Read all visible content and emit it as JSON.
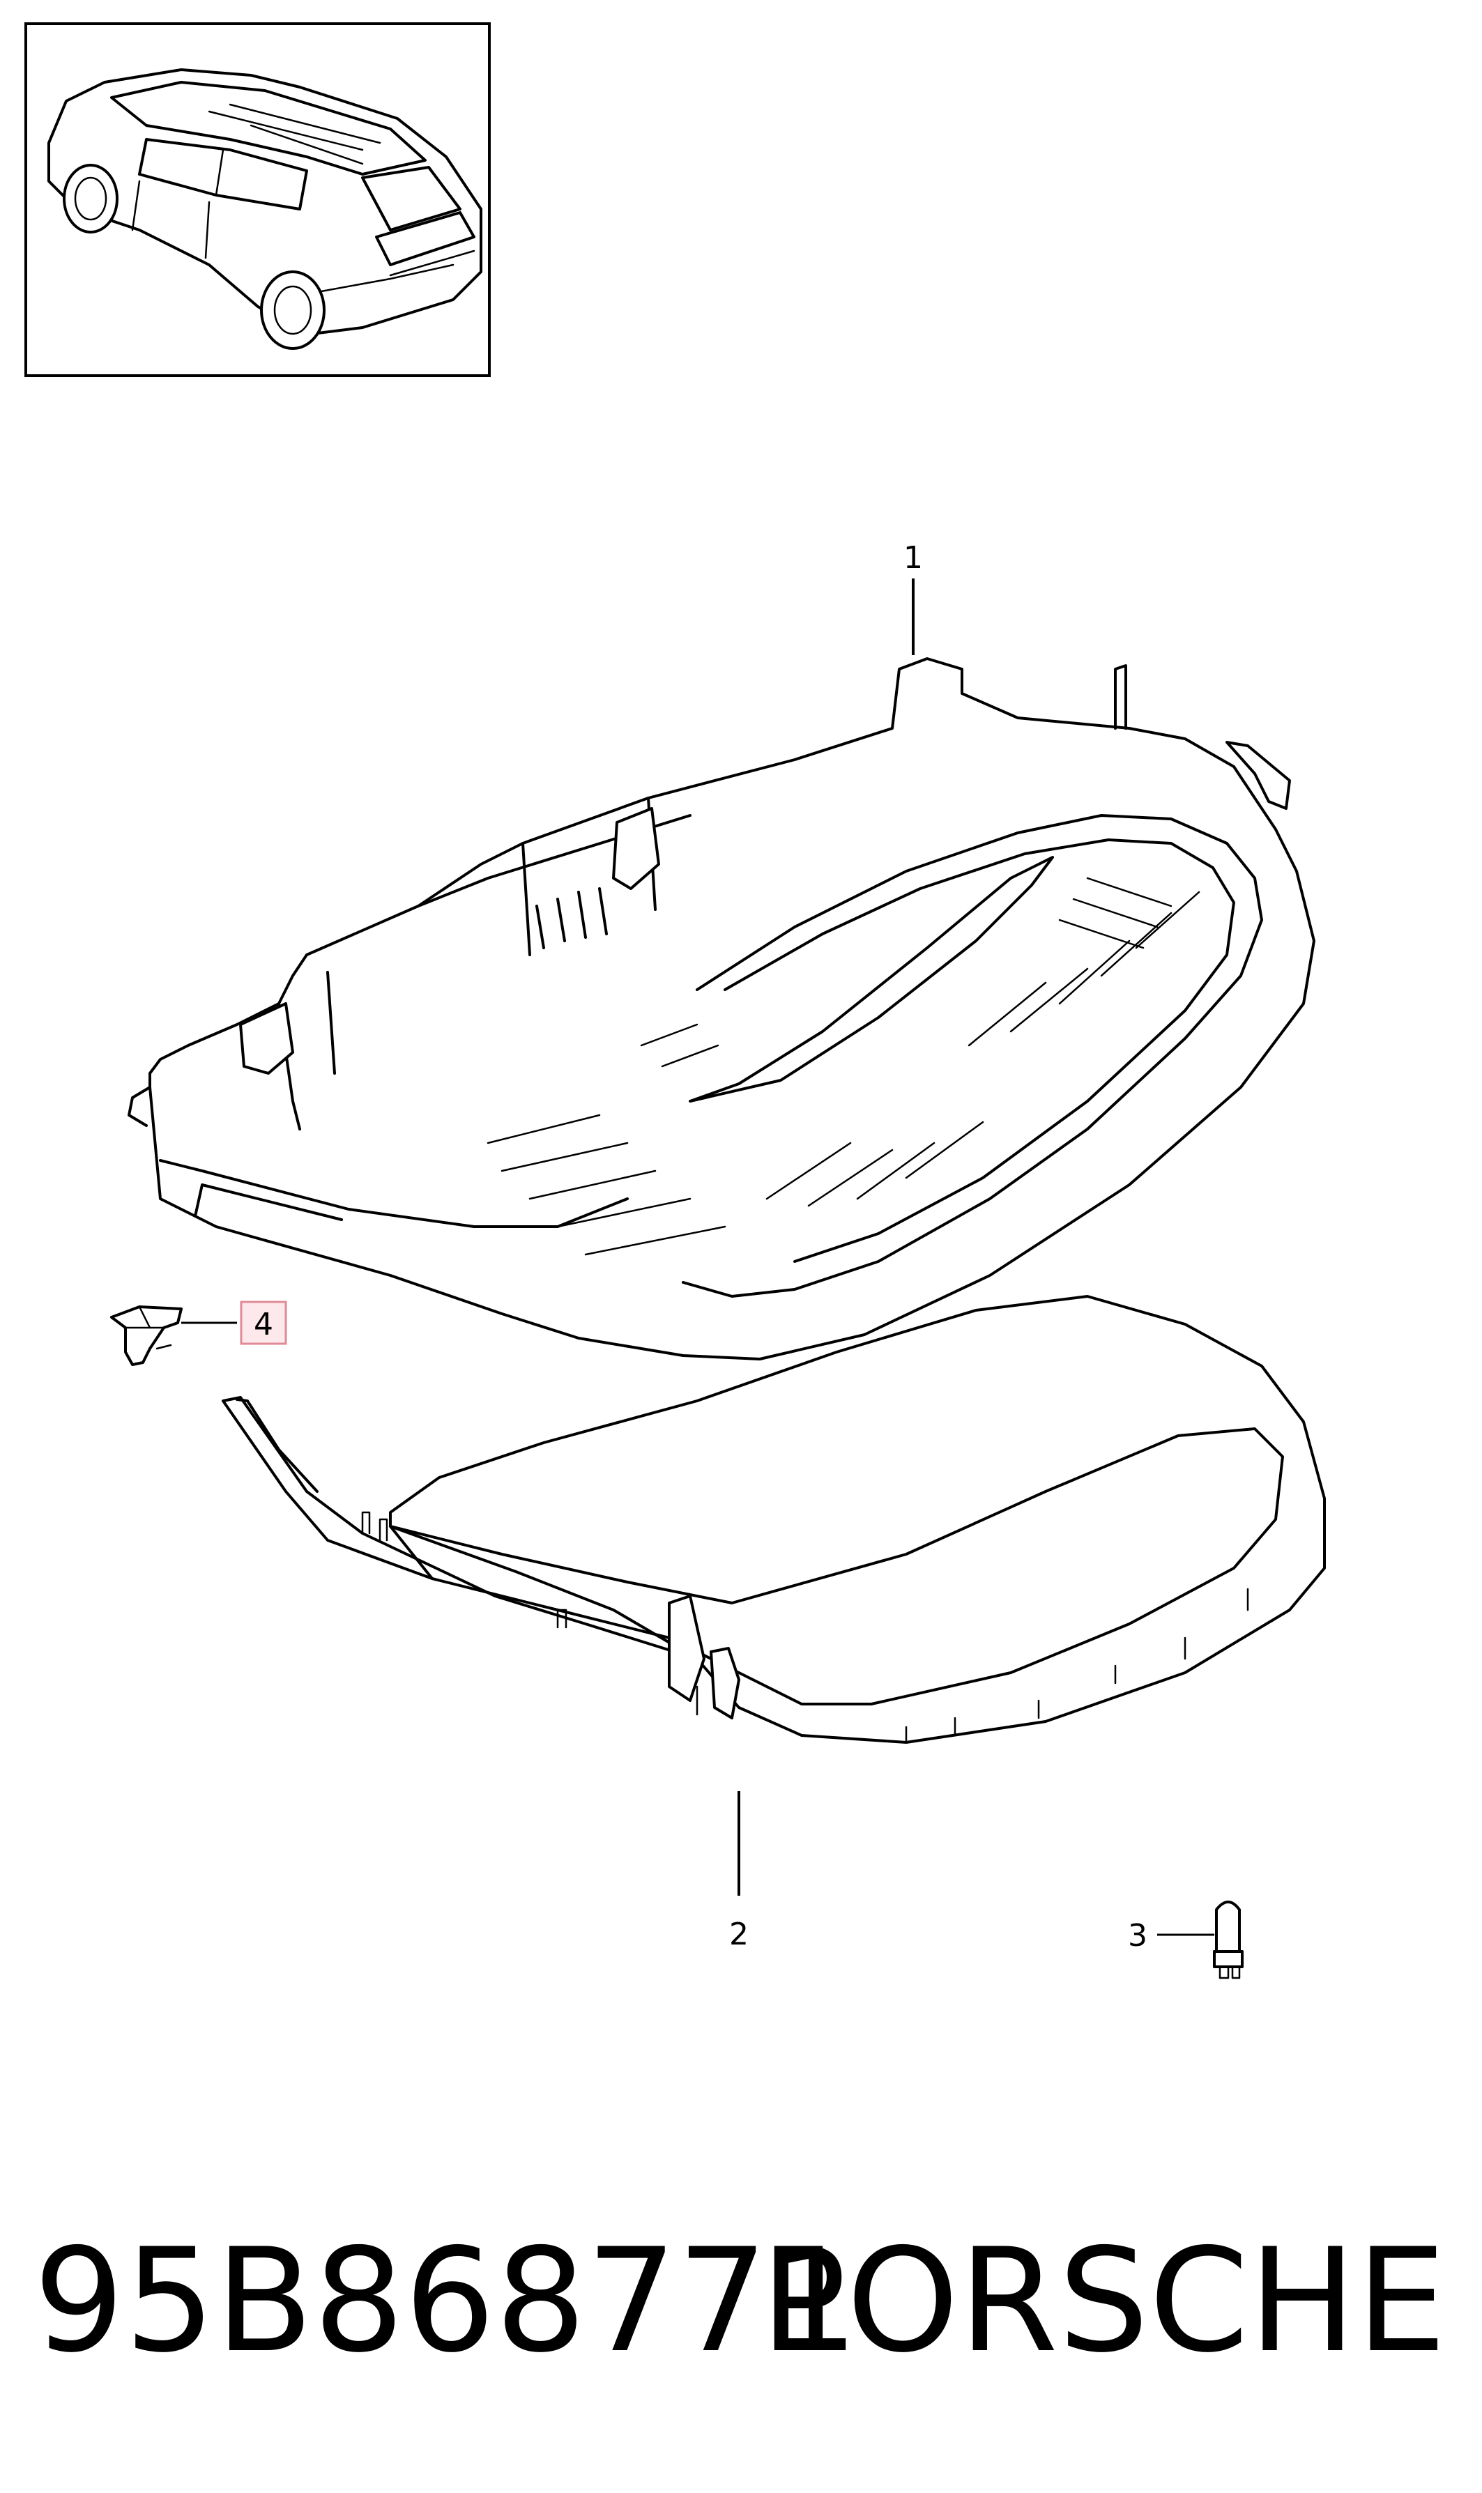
{
  "callouts": {
    "part_1": "1",
    "part_2": "2",
    "part_3": "3",
    "part_4": "4"
  },
  "caption": {
    "part_number": "95B868771",
    "brand": "PORSCHE"
  },
  "colors": {
    "line": "#000000",
    "background": "#ffffff",
    "highlight_border": "#e08a96",
    "highlight_fill": "#fde9ec"
  },
  "highlighted_callout": "4"
}
